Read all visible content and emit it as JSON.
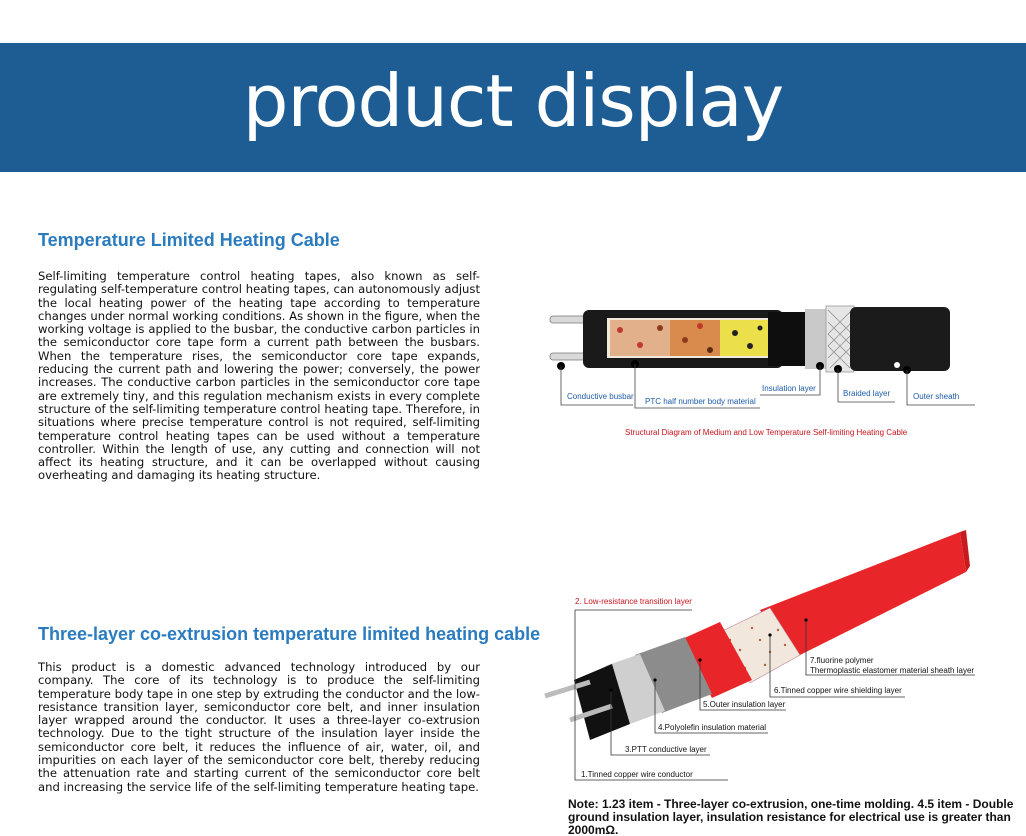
{
  "banner": {
    "title": "product display",
    "color": "#1d5d94"
  },
  "section1": {
    "title": "Temperature Limited Heating Cable",
    "body": "Self-limiting temperature control heating tapes, also known as self-regulating self-temperature control heating tapes, can autonomously adjust the local heating power of the heating tape according to temperature changes under normal working conditions. As shown in the figure, when the working voltage is applied to the busbar, the conductive carbon particles in the semiconductor core tape form a current path between the busbars. When the temperature rises, the semiconductor core tape expands, reducing the current path and lowering the power; conversely, the power increases. The conductive carbon particles in the semiconductor core tape are extremely tiny, and this regulation mechanism exists in every complete structure of the self-limiting temperature control heating tape. Therefore, in situations where precise temperature control is not required, self-limiting temperature control heating tapes can be used without a temperature controller. Within the length of use, any cutting and connection will not affect its heating structure, and it can be overlapped without causing overheating and damaging its heating structure."
  },
  "diagram1": {
    "labels": {
      "busbar": "Conductive busbar",
      "ptc": "PTC half number body material",
      "insulation": "Insulation layer",
      "braided": "Braided layer",
      "sheath": "Outer sheath"
    },
    "caption": "Structural Diagram of Medium and Low Temperature Self-limiting Heating Cable",
    "caption_color": "#c8141e"
  },
  "section2": {
    "title": "Three-layer co-extrusion temperature limited heating cable",
    "body": "This product is a domestic advanced technology introduced by our company. The core of its technology is to produce the self-limiting temperature body tape in one step by extruding the conductor and the low-resistance transition layer, semiconductor core belt, and inner insulation layer wrapped around the conductor. It uses a three-layer co-extrusion technology. Due to the tight structure of the insulation layer inside the semiconductor core belt, it reduces the influence of air, water, oil, and impurities on each layer of the semiconductor core belt, thereby reducing the attenuation rate and starting current of the semiconductor core belt and increasing the service life of the self-limiting temperature heating tape."
  },
  "diagram2": {
    "labels": {
      "l2": "2. Low-resistance transition layer",
      "l7a": "7.fluorine polymer",
      "l7b": "Thermoplastic elastomer material sheath layer",
      "l6": "6.Tinned copper wire shielding layer",
      "l5": "5.Outer insulation layer",
      "l4": "4.Polyolefin insulation material",
      "l3": "3.PTT conductive layer",
      "l1": "1.Tinned copper wire conductor"
    },
    "red_label_color": "#c8141e",
    "cable_color": "#e8262a"
  },
  "note": "Note: 1.23 item - Three-layer co-extrusion, one-time molding. 4.5 item - Double ground insulation layer, insulation resistance for electrical use is greater than 2000mΩ."
}
